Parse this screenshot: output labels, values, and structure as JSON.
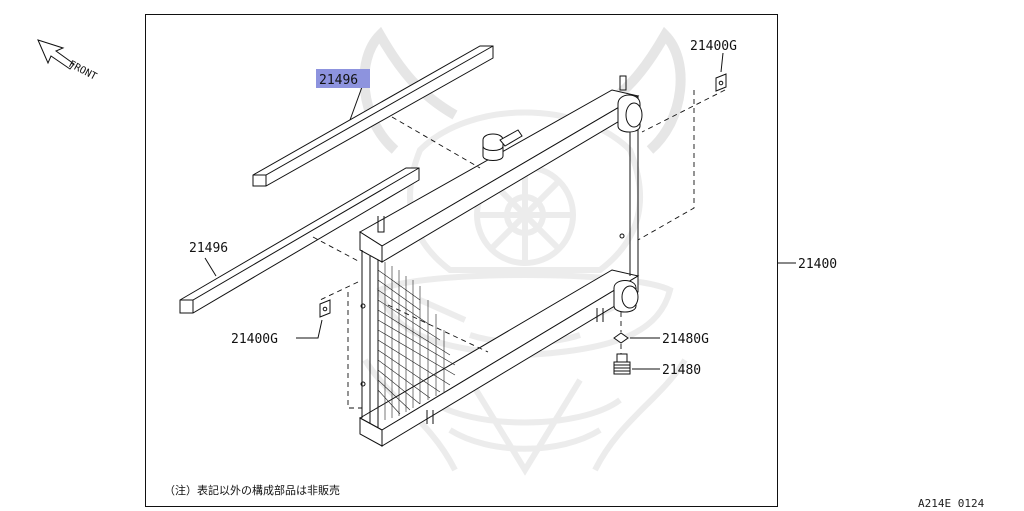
{
  "front_indicator": {
    "label": "FRONT"
  },
  "parts": {
    "upper_seal": {
      "number": "21496",
      "highlight_color": "#8d93de"
    },
    "lower_seal": {
      "number": "21496"
    },
    "bracket_upper": {
      "number": "21400G"
    },
    "bracket_lower": {
      "number": "21400G"
    },
    "radiator": {
      "number": "21400"
    },
    "drain_gasket": {
      "number": "21480G"
    },
    "drain_plug": {
      "number": "21480"
    }
  },
  "note": "（注）表記以外の構成部品は非販売",
  "reference_code": "A214E 0124"
}
